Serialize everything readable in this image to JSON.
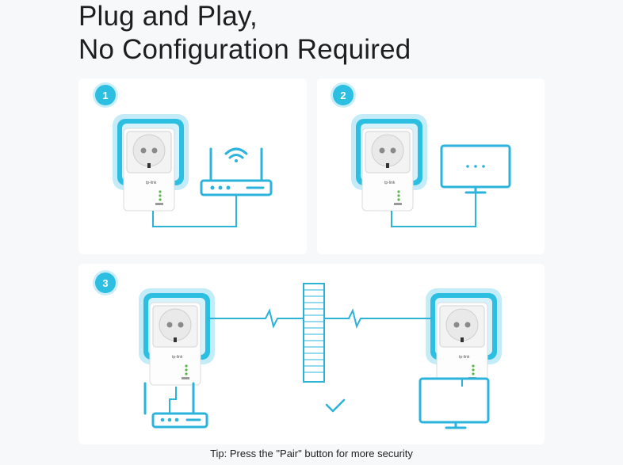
{
  "title": {
    "line1": "Plug and Play,",
    "line2": "No Configuration Required"
  },
  "steps": [
    {
      "number": "1"
    },
    {
      "number": "2"
    },
    {
      "number": "3"
    }
  ],
  "device": {
    "brand_label": "tp-link"
  },
  "tip": "Tip: Press the \"Pair\" button for more security",
  "colors": {
    "accent": "#2cbfe1",
    "accent_light": "#bfe9f7",
    "line": "#2bb3dc",
    "background": "#f7f8f9",
    "panel": "#ffffff"
  },
  "icons": [
    "powerline-adapter-icon",
    "router-icon",
    "wifi-icon",
    "monitor-icon",
    "electrical-circuit-icon",
    "check-icon"
  ]
}
